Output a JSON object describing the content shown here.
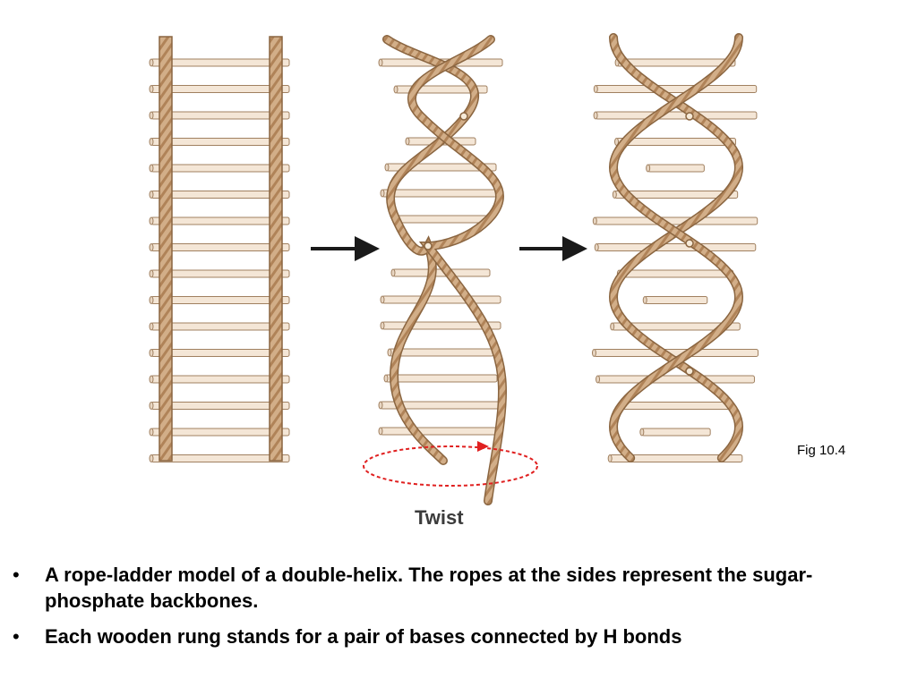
{
  "colors": {
    "rope": "#c9a47e",
    "rope_dark": "#8a6540",
    "rung": "#f4e6d6",
    "rung_edge": "#a08060",
    "arrow": "#1a1a1a",
    "twist_ring": "#e02020"
  },
  "labels": {
    "twist": "Twist",
    "fig": "Fig 10.4"
  },
  "bullets": [
    {
      "mark": "•",
      "text": "A rope-ladder model of a double-helix.  The ropes at the sides represent the sugar-phosphate backbones."
    },
    {
      "mark": "•",
      "text": "Each wooden rung stands for a pair of bases connected by H bonds"
    }
  ]
}
